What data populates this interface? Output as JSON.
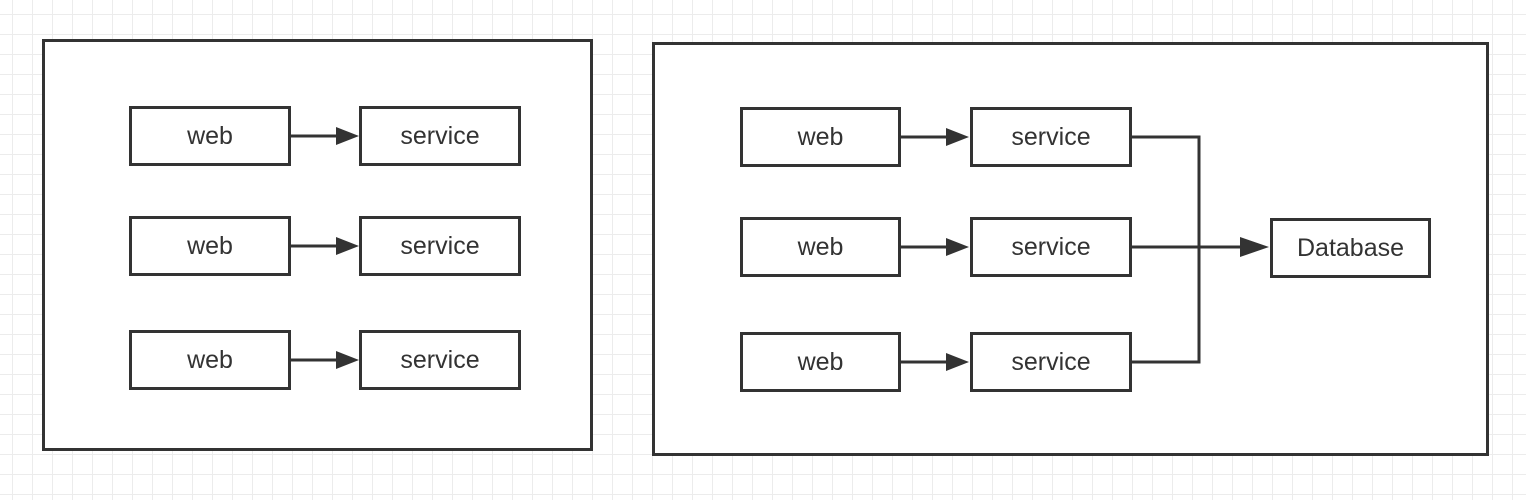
{
  "diagrams": [
    {
      "nodes": [
        {
          "id": "l-web-1",
          "label": "web"
        },
        {
          "id": "l-svc-1",
          "label": "service"
        },
        {
          "id": "l-web-2",
          "label": "web"
        },
        {
          "id": "l-svc-2",
          "label": "service"
        },
        {
          "id": "l-web-3",
          "label": "web"
        },
        {
          "id": "l-svc-3",
          "label": "service"
        }
      ],
      "edges": [
        {
          "from": "l-web-1",
          "to": "l-svc-1"
        },
        {
          "from": "l-web-2",
          "to": "l-svc-2"
        },
        {
          "from": "l-web-3",
          "to": "l-svc-3"
        }
      ]
    },
    {
      "nodes": [
        {
          "id": "r-web-1",
          "label": "web"
        },
        {
          "id": "r-svc-1",
          "label": "service"
        },
        {
          "id": "r-web-2",
          "label": "web"
        },
        {
          "id": "r-svc-2",
          "label": "service"
        },
        {
          "id": "r-web-3",
          "label": "web"
        },
        {
          "id": "r-svc-3",
          "label": "service"
        },
        {
          "id": "r-db",
          "label": "Database"
        }
      ],
      "edges": [
        {
          "from": "r-web-1",
          "to": "r-svc-1"
        },
        {
          "from": "r-web-2",
          "to": "r-svc-2"
        },
        {
          "from": "r-web-3",
          "to": "r-svc-3"
        },
        {
          "from": "r-svc-1",
          "to": "r-db"
        },
        {
          "from": "r-svc-2",
          "to": "r-db"
        },
        {
          "from": "r-svc-3",
          "to": "r-db"
        }
      ]
    }
  ]
}
